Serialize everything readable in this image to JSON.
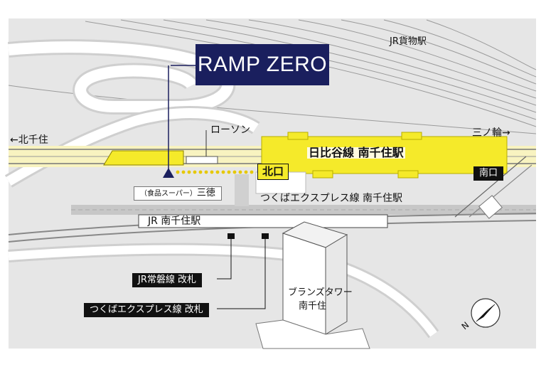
{
  "title": "RAMP ZERO",
  "labels": {
    "jr_freight_station": "JR貨物駅",
    "lawson": "ローソン",
    "to_kitasenju": "←北千住",
    "to_minowa": "三ノ輪→",
    "hibiya_line_station": "日比谷線 南千住駅",
    "north_exit": "北口",
    "south_exit": "南口",
    "sanpou_store_prefix": "（食品スーパー）",
    "sanpou_store_name": "三徳",
    "tsukuba_station": "つくばエクスプレス線 南千住駅",
    "jr_station": "JR 南千住駅",
    "jr_joban_gate": "JR常磐線 改札",
    "tsukuba_gate": "つくばエクスプレス線 改札",
    "tower_line1": "ブランズタワー",
    "tower_line2": "南千住",
    "compass_n": "N"
  },
  "colors": {
    "title_bg": "#1a1f5e",
    "rail_yellow": "#f5ea2a",
    "road_gray": "#d7d7d7",
    "background_gray": "#e6e6e6",
    "building_white": "#ffffff",
    "marker_navy": "#1a1f5e"
  },
  "icons": {
    "location_marker": "triangle-marker-icon",
    "compass": "north-arrow-icon"
  }
}
